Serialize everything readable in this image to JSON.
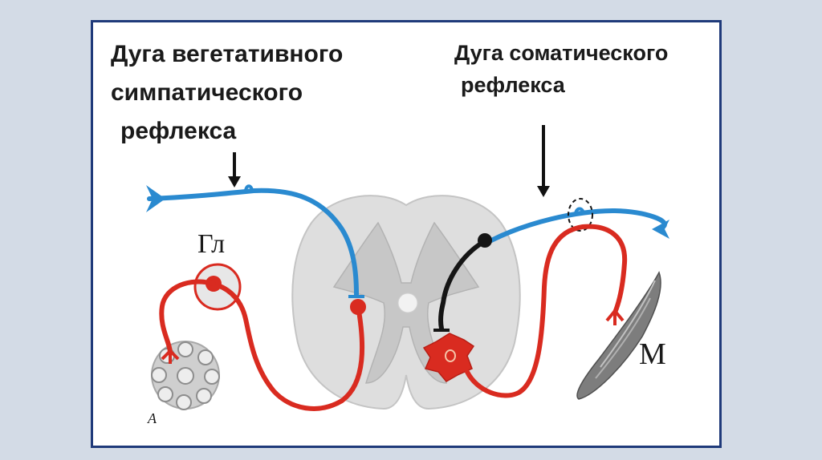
{
  "labels": {
    "vegetative_line1": "Дуга вегетативного",
    "vegetative_line2": "симпатического",
    "vegetative_line3": "рефлекса",
    "somatic_line1": "Дуга соматического",
    "somatic_line2": "рефлекса",
    "ganglion": "Гл",
    "muscle": "М",
    "organ": "А"
  },
  "colors": {
    "frame": "#1f3a7a",
    "sensory_neuron": "#2a8ad0",
    "efferent_neuron": "#d92b20",
    "interneuron": "#151515",
    "spinal_cord": "#cfcfcf"
  }
}
